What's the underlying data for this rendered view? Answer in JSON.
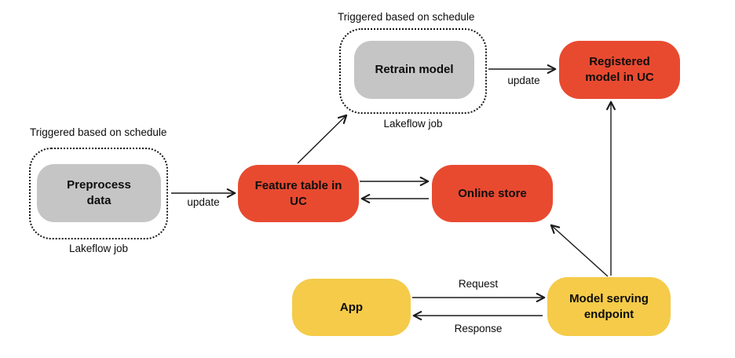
{
  "colors": {
    "red": "#E84A30",
    "yellow": "#F5CB49",
    "gray": "#C5C5C5",
    "line": "#1a1a1a",
    "text": "#0d0d0d"
  },
  "groups": {
    "preprocess_job": {
      "trigger_label": "Triggered based on schedule",
      "node_label": "Preprocess\ndata",
      "caption": "Lakeflow job"
    },
    "retrain_job": {
      "trigger_label": "Triggered based on schedule",
      "node_label": "Retrain model",
      "caption": "Lakeflow job"
    }
  },
  "nodes": {
    "feature_table": {
      "label": "Feature table in\nUC"
    },
    "online_store": {
      "label": "Online store"
    },
    "registered_model": {
      "label": "Registered\nmodel in UC"
    },
    "app": {
      "label": "App"
    },
    "model_serving": {
      "label": "Model serving\nendpoint"
    }
  },
  "edge_labels": {
    "preprocess_update": "update",
    "retrain_update": "update",
    "request": "Request",
    "response": "Response"
  }
}
